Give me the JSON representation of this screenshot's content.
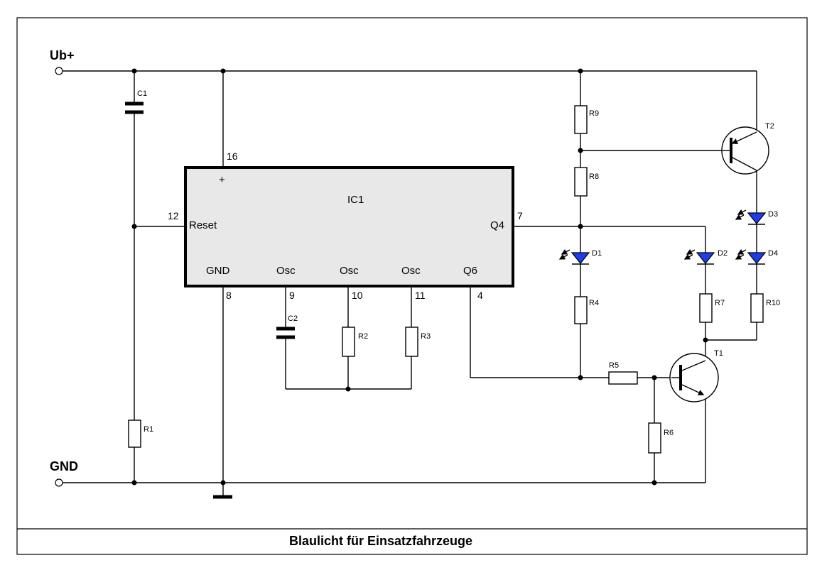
{
  "title": "Blaulicht für Einsatzfahrzeuge",
  "nets": {
    "vcc": "Ub+",
    "gnd": "GND"
  },
  "ic": {
    "name": "IC1",
    "plus": "+",
    "pins": {
      "p16": "16",
      "p12": "12",
      "p7": "7",
      "p8": "8",
      "p9": "9",
      "p10": "10",
      "p11": "11",
      "p4": "4"
    },
    "labels": {
      "reset": "Reset",
      "q4": "Q4",
      "gnd": "GND",
      "osc1": "Osc",
      "osc2": "Osc",
      "osc3": "Osc",
      "q6": "Q6"
    }
  },
  "components": {
    "c1": "C1",
    "c2": "C2",
    "r1": "R1",
    "r2": "R2",
    "r3": "R3",
    "r4": "R4",
    "r5": "R5",
    "r6": "R6",
    "r7": "R7",
    "r8": "R8",
    "r9": "R9",
    "r10": "R10",
    "d1": "D1",
    "d2": "D2",
    "d3": "D3",
    "d4": "D4",
    "t1": "T1",
    "t2": "T2"
  },
  "colors": {
    "led": "#1f3ee8",
    "ic_fill": "#e8e8e8"
  }
}
